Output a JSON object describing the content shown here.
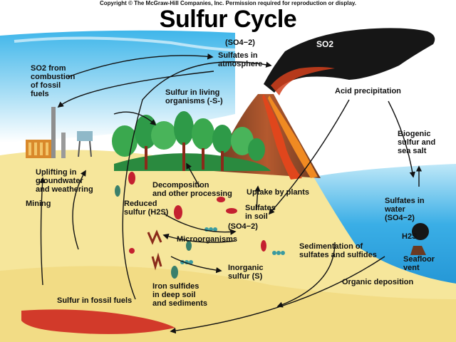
{
  "header": {
    "copyright": "Copyright © The McGraw-Hill Companies, Inc. Permission required for reproduction or display.",
    "title": "Sulfur Cycle"
  },
  "labels": {
    "so2_cloud": "SO2",
    "so4_atmosphere": "(SO4−2)",
    "sulfates_atmosphere": "Sulfates in\natmosphere",
    "so2_combustion": "SO2 from\ncombustion\nof fossil\nfuels",
    "sulfur_living": "Sulfur in living\norganisms (-S-)",
    "acid_precipitation": "Acid precipitation",
    "biogenic": "Biogenic\nsulfur and\nsea salt",
    "uplifting": "Uplifting in\ngroundwater\nand weathering",
    "decomposition": "Decomposition\nand other processing",
    "uptake": "Uptake by plants",
    "mining": "Mining",
    "reduced_sulfur": "Reduced\nsulfur (H2S)",
    "sulfates_soil": "Sulfates\nin soil",
    "so4_soil": "(SO4−2)",
    "sulfates_water": "Sulfates in\nwater",
    "so4_water": "(SO4−2)",
    "microorganisms": "Microorganisms",
    "sedimentation": "Sedimentation of\nsulfates and sulfides",
    "h2s_vent": "H2S",
    "seafloor_vent": "Seafloor\nvent",
    "inorganic": "Inorganic\nsulfur (S)",
    "organic_deposition": "Organic deposition",
    "iron_sulfides": "Iron sulfides\nin deep soil\nand sediments",
    "fossil_fuels": "Sulfur in fossil fuels"
  },
  "colors": {
    "sky": "#5bc3ee",
    "soil": "#f6e69b",
    "ocean": "#3aaee6",
    "smoke": "#161616",
    "lava": "#e0461c",
    "foliage": "#2e9a48",
    "fossil_deposit": "#d23a2a"
  }
}
